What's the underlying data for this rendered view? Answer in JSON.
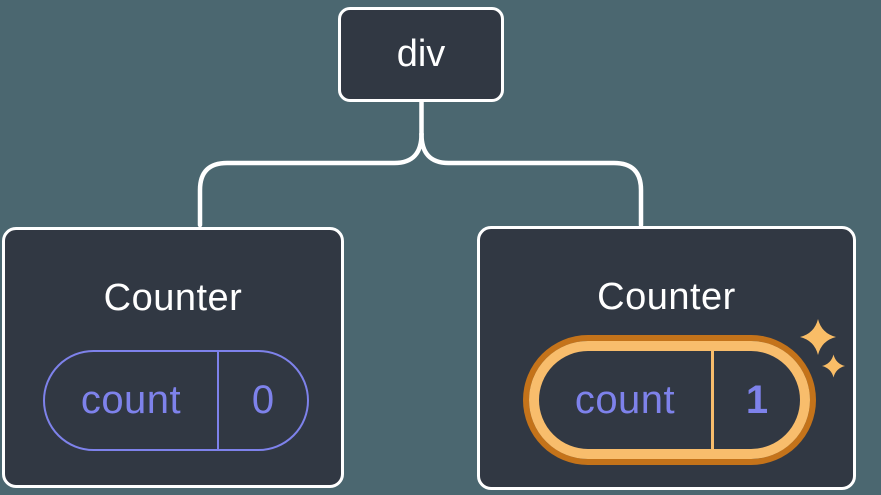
{
  "diagram": {
    "type": "react-component-tree",
    "background_color": "#4b6770",
    "root": {
      "label": "div"
    },
    "children": [
      {
        "title": "Counter",
        "state": {
          "key": "count",
          "value": "0"
        },
        "highlighted": false
      },
      {
        "title": "Counter",
        "state": {
          "key": "count",
          "value": "1"
        },
        "highlighted": true
      }
    ],
    "colors": {
      "node_fill": "#313843",
      "node_border": "#ffffff",
      "connector": "#ffffff",
      "text_primary": "#ffffff",
      "state_accent": "#7e82eb",
      "highlight_ring_inner": "#f8bd6c",
      "highlight_ring_outer": "#c4731a",
      "sparkle": "#f9bd67"
    },
    "icons": [
      "sparkles-icon"
    ]
  }
}
